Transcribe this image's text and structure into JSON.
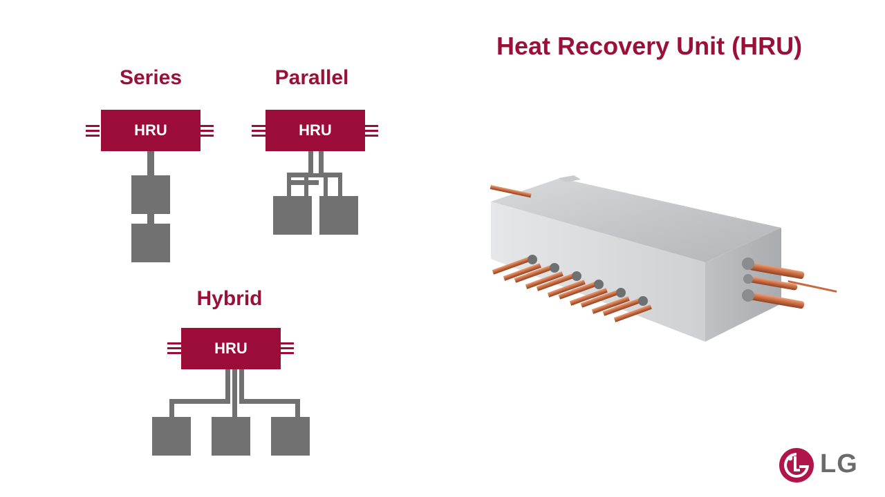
{
  "title": "Heat Recovery Unit (HRU)",
  "diagrams": {
    "series": {
      "label": "Series",
      "box_label": "HRU"
    },
    "parallel": {
      "label": "Parallel",
      "box_label": "HRU"
    },
    "hybrid": {
      "label": "Hybrid",
      "box_label": "HRU"
    }
  },
  "brand": {
    "name": "LG",
    "color": "#9b1038"
  },
  "colors": {
    "accent": "#9c0c38",
    "unit_gray": "#717171"
  }
}
